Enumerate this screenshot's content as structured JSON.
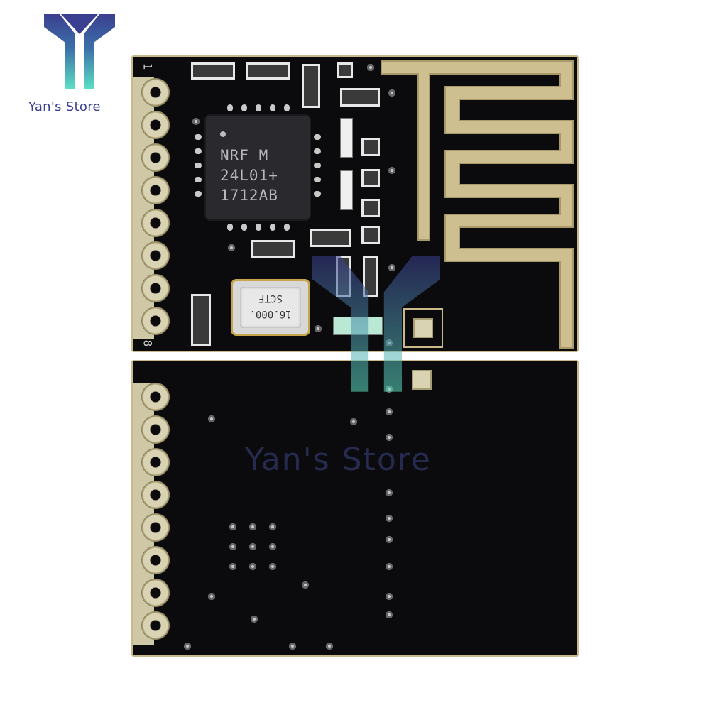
{
  "brand": {
    "name": "Yan's Store",
    "watermark": "Yan's Store",
    "colors": {
      "top": "#3b3f8f",
      "bottom": "#5de0c5"
    }
  },
  "chip": {
    "line1": "NRF M",
    "line2": "24L01+",
    "line3": "1712AB"
  },
  "crystal": {
    "line1": "16.000.",
    "line2": "SCTF"
  },
  "silkscreen": {
    "pin_first": "1",
    "pin_last": "8"
  },
  "colors": {
    "pcb": "#0b0b0d",
    "gold": "#c9b98a",
    "antenna": "#cdbf8f"
  }
}
